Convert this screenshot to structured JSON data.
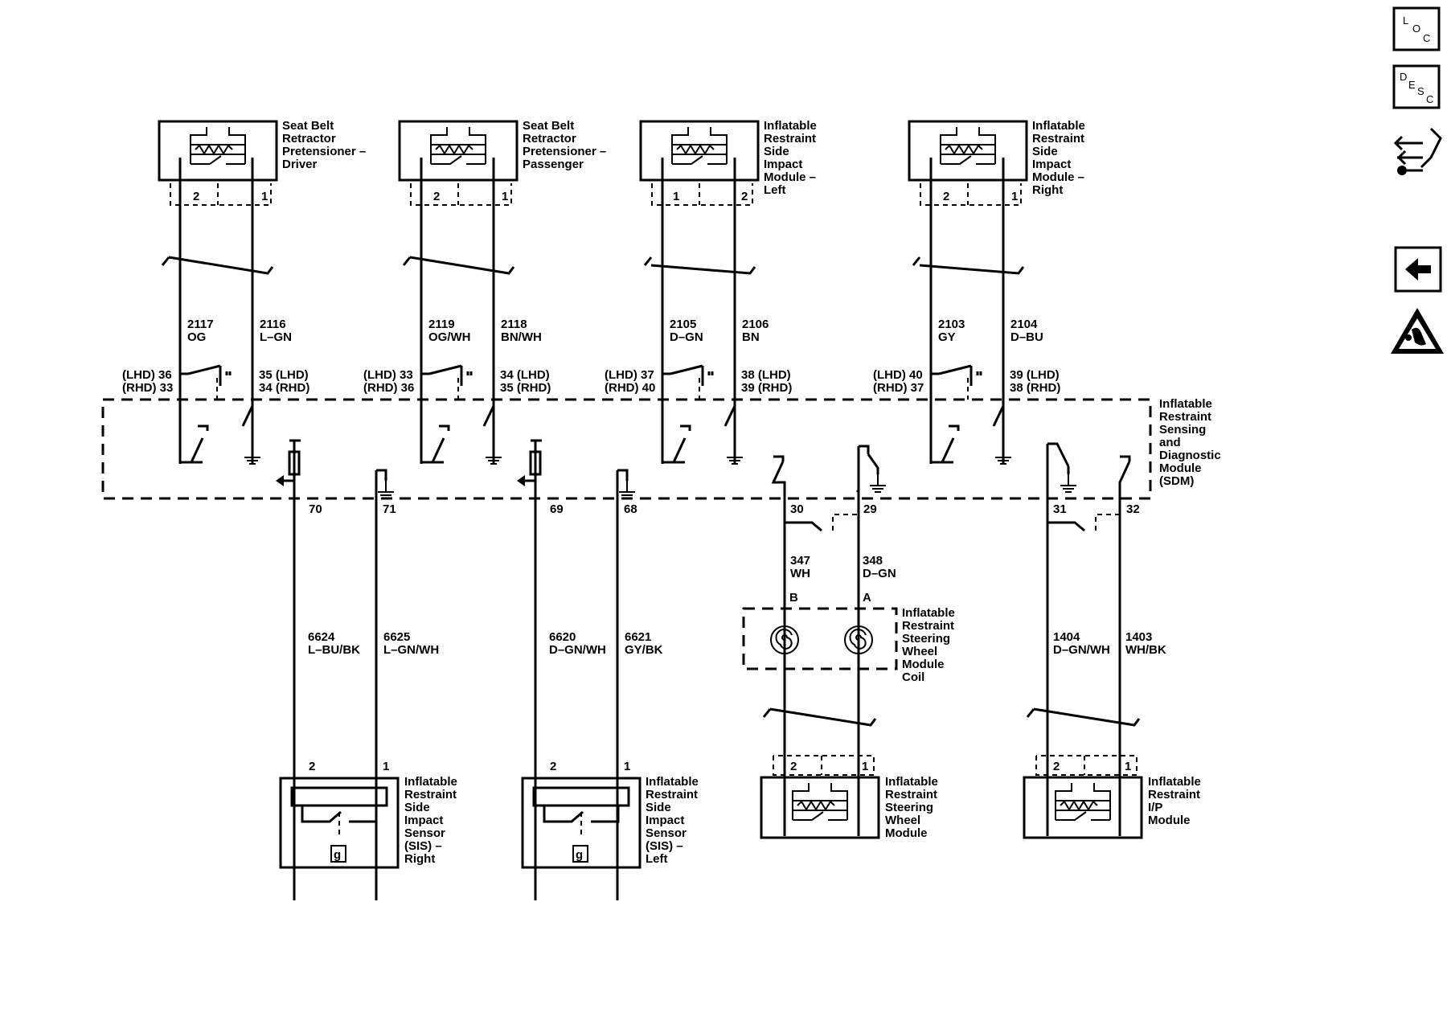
{
  "modules": {
    "sbrp_driver": [
      "Seat Belt",
      "Retractor",
      "Pretensioner –",
      "Driver"
    ],
    "sbrp_passenger": [
      "Seat Belt",
      "Retractor",
      "Pretensioner –",
      "Passenger"
    ],
    "sim_left": [
      "Inflatable",
      "Restraint",
      "Side",
      "Impact",
      "Module –",
      "Left"
    ],
    "sim_right": [
      "Inflatable",
      "Restraint",
      "Side",
      "Impact",
      "Module –",
      "Right"
    ],
    "sdm": [
      "Inflatable",
      "Restraint",
      "Sensing",
      "and",
      "Diagnostic",
      "Module",
      "(SDM)"
    ],
    "coil": [
      "Inflatable",
      "Restraint",
      "Steering",
      "Wheel",
      "Module",
      "Coil"
    ],
    "sis_right": [
      "Inflatable",
      "Restraint",
      "Side",
      "Impact",
      "Sensor",
      "(SIS) –",
      "Right"
    ],
    "sis_left": [
      "Inflatable",
      "Restraint",
      "Side",
      "Impact",
      "Sensor",
      "(SIS) –",
      "Left"
    ],
    "steering_module": [
      "Inflatable",
      "Restraint",
      "Steering",
      "Wheel",
      "Module"
    ],
    "ip_module": [
      "Inflatable",
      "Restraint",
      "I/P",
      "Module"
    ]
  },
  "wires": {
    "c1a": [
      "2117",
      "OG"
    ],
    "c1b": [
      "2116",
      "L–GN"
    ],
    "c2a": [
      "2119",
      "OG/WH"
    ],
    "c2b": [
      "2118",
      "BN/WH"
    ],
    "c3a": [
      "2105",
      "D–GN"
    ],
    "c3b": [
      "2106",
      "BN"
    ],
    "c4a": [
      "2103",
      "GY"
    ],
    "c4b": [
      "2104",
      "D–BU"
    ],
    "s1a": [
      "6624",
      "L–BU/BK"
    ],
    "s1b": [
      "6625",
      "L–GN/WH"
    ],
    "s2a": [
      "6620",
      "D–GN/WH"
    ],
    "s2b": [
      "6621",
      "GY/BK"
    ],
    "sw_a": [
      "347",
      "WH"
    ],
    "sw_b": [
      "348",
      "D–GN"
    ],
    "ip_a": [
      "1404",
      "D–GN/WH"
    ],
    "ip_b": [
      "1403",
      "WH/BK"
    ]
  },
  "sdm_pins": {
    "c1l": [
      "(LHD) 36",
      "(RHD) 33"
    ],
    "c1r": [
      "35 (LHD)",
      "34 (RHD)"
    ],
    "c2l": [
      "(LHD) 33",
      "(RHD) 36"
    ],
    "c2r": [
      "34 (LHD)",
      "35 (RHD)"
    ],
    "c3l": [
      "(LHD) 37",
      "(RHD) 40"
    ],
    "c3r": [
      "38 (LHD)",
      "39 (RHD)"
    ],
    "c4l": [
      "(LHD) 40",
      "(RHD) 37"
    ],
    "c4r": [
      "39 (LHD)",
      "38 (RHD)"
    ],
    "p70": "70",
    "p71": "71",
    "p69": "69",
    "p68": "68",
    "p30": "30",
    "p29": "29",
    "p31": "31",
    "p32": "32"
  },
  "terminals": {
    "c1": [
      "2",
      "1"
    ],
    "c2": [
      "2",
      "1"
    ],
    "c3": [
      "1",
      "2"
    ],
    "c4": [
      "2",
      "1"
    ],
    "coil": [
      "B",
      "A"
    ],
    "sis_r": [
      "2",
      "1"
    ],
    "sis_l": [
      "2",
      "1"
    ],
    "sw": [
      "2",
      "1"
    ],
    "ip": [
      "2",
      "1"
    ]
  },
  "sensor_ground_symbol": "g",
  "nav": {
    "loc": [
      "L",
      "O",
      "C"
    ],
    "desc": [
      "D",
      "E",
      "S",
      "C"
    ]
  },
  "icons": [
    "loc-icon",
    "desc-icon",
    "connector-end-view-icon",
    "back-arrow-icon",
    "esd-warning-icon"
  ]
}
